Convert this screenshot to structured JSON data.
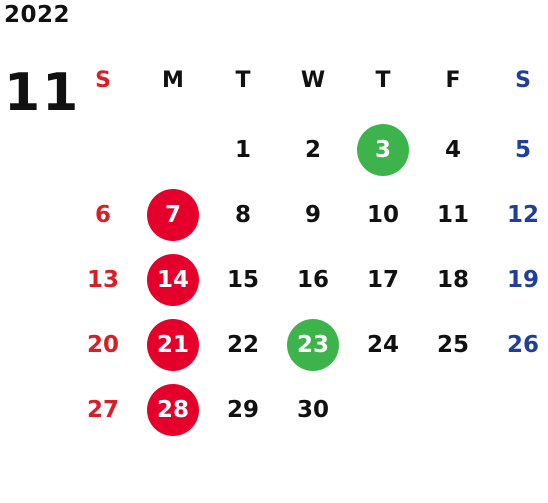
{
  "year": "2022",
  "month": "11",
  "colors": {
    "sunday": "#d71f25",
    "saturday": "#1f3f9a",
    "weekday": "#111111",
    "holiday_circle": "#e4002b",
    "event_circle": "#3cb44b"
  },
  "weekdays": [
    "S",
    "M",
    "T",
    "W",
    "T",
    "F",
    "S"
  ],
  "weeks": [
    [
      "",
      "",
      "1",
      "2",
      "3",
      "4",
      "5"
    ],
    [
      "6",
      "7",
      "8",
      "9",
      "10",
      "11",
      "12"
    ],
    [
      "13",
      "14",
      "15",
      "16",
      "17",
      "18",
      "19"
    ],
    [
      "20",
      "21",
      "22",
      "23",
      "24",
      "25",
      "26"
    ],
    [
      "27",
      "28",
      "29",
      "30",
      "",
      "",
      ""
    ]
  ],
  "highlights": {
    "holiday_red": [
      "7",
      "14",
      "21",
      "28"
    ],
    "event_green": [
      "3",
      "23"
    ]
  }
}
